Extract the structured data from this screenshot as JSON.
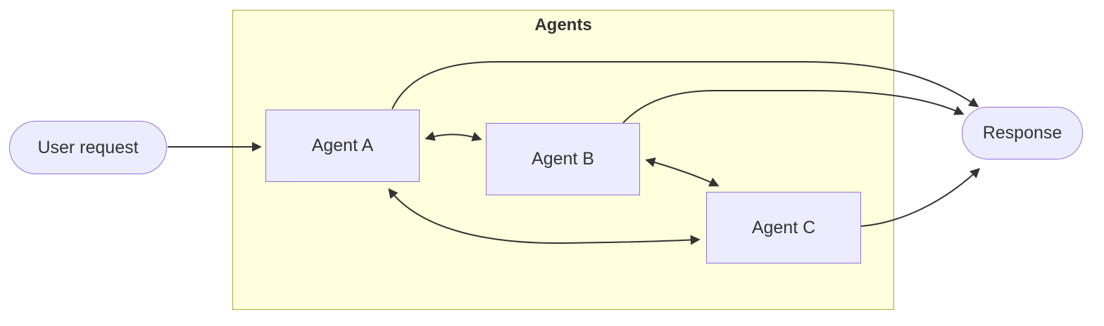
{
  "diagram": {
    "type": "flowchart",
    "cluster": {
      "title": "Agents",
      "fill": "#ffffde",
      "border": "#aaaa33"
    },
    "nodes": [
      {
        "id": "user-request",
        "label": "User request",
        "shape": "stadium"
      },
      {
        "id": "agent-a",
        "label": "Agent A",
        "shape": "rect",
        "in_cluster": true
      },
      {
        "id": "agent-b",
        "label": "Agent B",
        "shape": "rect",
        "in_cluster": true
      },
      {
        "id": "agent-c",
        "label": "Agent C",
        "shape": "rect",
        "in_cluster": true
      },
      {
        "id": "response",
        "label": "Response",
        "shape": "stadium"
      }
    ],
    "edges": [
      {
        "from": "user-request",
        "to": "agent-a",
        "type": "arrow"
      },
      {
        "from": "agent-a",
        "to": "agent-b",
        "type": "bidirectional"
      },
      {
        "from": "agent-b",
        "to": "agent-c",
        "type": "bidirectional"
      },
      {
        "from": "agent-a",
        "to": "agent-c",
        "type": "bidirectional"
      },
      {
        "from": "agent-a",
        "to": "response",
        "type": "arrow"
      },
      {
        "from": "agent-b",
        "to": "response",
        "type": "arrow"
      },
      {
        "from": "agent-c",
        "to": "response",
        "type": "arrow"
      }
    ],
    "colors": {
      "node_fill": "#ececff",
      "node_border": "#9370db",
      "cluster_fill": "#ffffde",
      "cluster_border": "#aaaa33",
      "edge": "#333333",
      "text": "#333333",
      "background": "#ffffff"
    }
  }
}
